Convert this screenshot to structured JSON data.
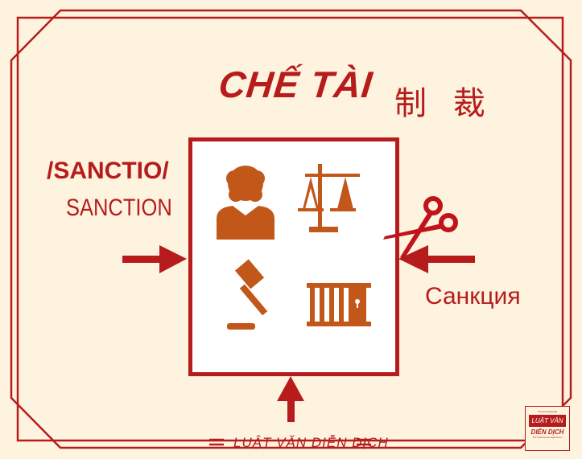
{
  "title": "CHẾ TÀI",
  "chinese": "制 裁",
  "latin": "/SANCTIO/",
  "english": "SANCTION",
  "russian": "Санкция",
  "footer": "LUẬT VĂN DIỄN DỊCH",
  "logo": {
    "top": "The Encyclopedia",
    "line1": "LUẬT VĂN",
    "line2": "DIỄN DỊCH",
    "bottom": "The Vietnamese legal terms"
  },
  "colors": {
    "accent": "#b71c1c",
    "icon": "#c2571a",
    "background": "#fdf3df"
  },
  "icons": [
    "judge-icon",
    "scales-of-justice-icon",
    "gavel-icon",
    "jail-cell-icon",
    "scissors-icon"
  ]
}
